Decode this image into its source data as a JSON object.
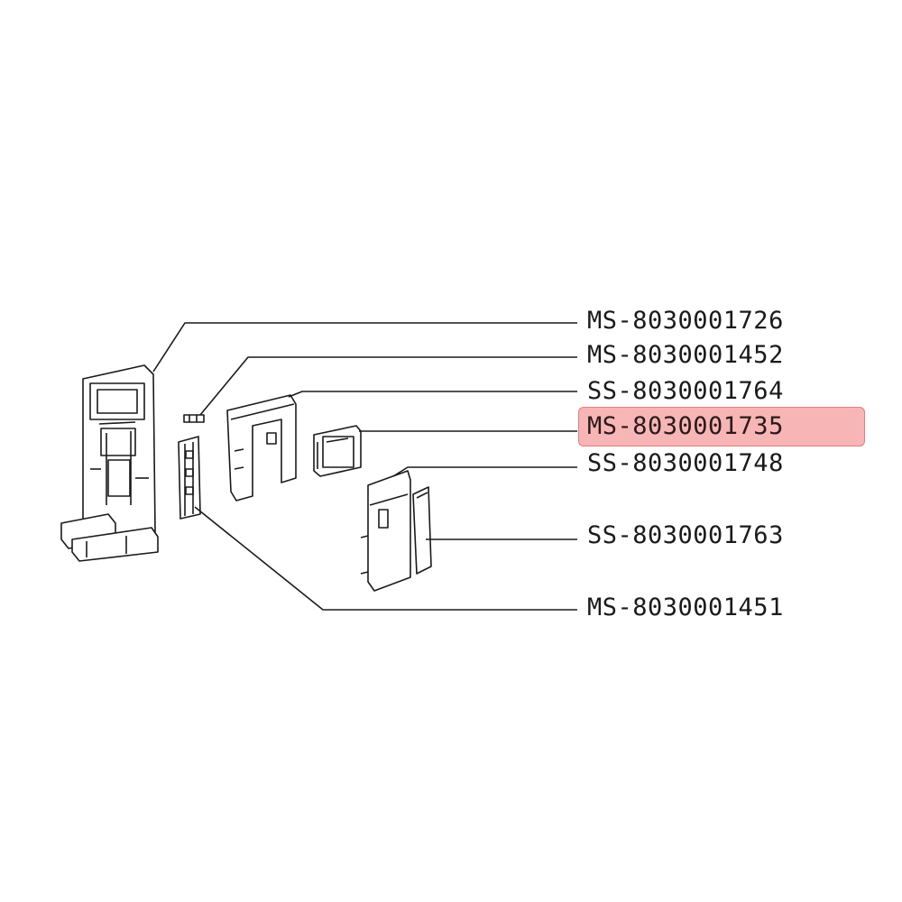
{
  "parts": [
    {
      "id": "MS-8030001726",
      "highlighted": false
    },
    {
      "id": "MS-8030001452",
      "highlighted": false
    },
    {
      "id": "SS-8030001764",
      "highlighted": false
    },
    {
      "id": "MS-8030001735",
      "highlighted": true
    },
    {
      "id": "SS-8030001748",
      "highlighted": false
    },
    {
      "id": "SS-8030001763",
      "highlighted": false
    },
    {
      "id": "MS-8030001451",
      "highlighted": false
    }
  ],
  "colors": {
    "line": "#1a1a1a",
    "highlight": "#f07878",
    "background": "#ffffff"
  }
}
